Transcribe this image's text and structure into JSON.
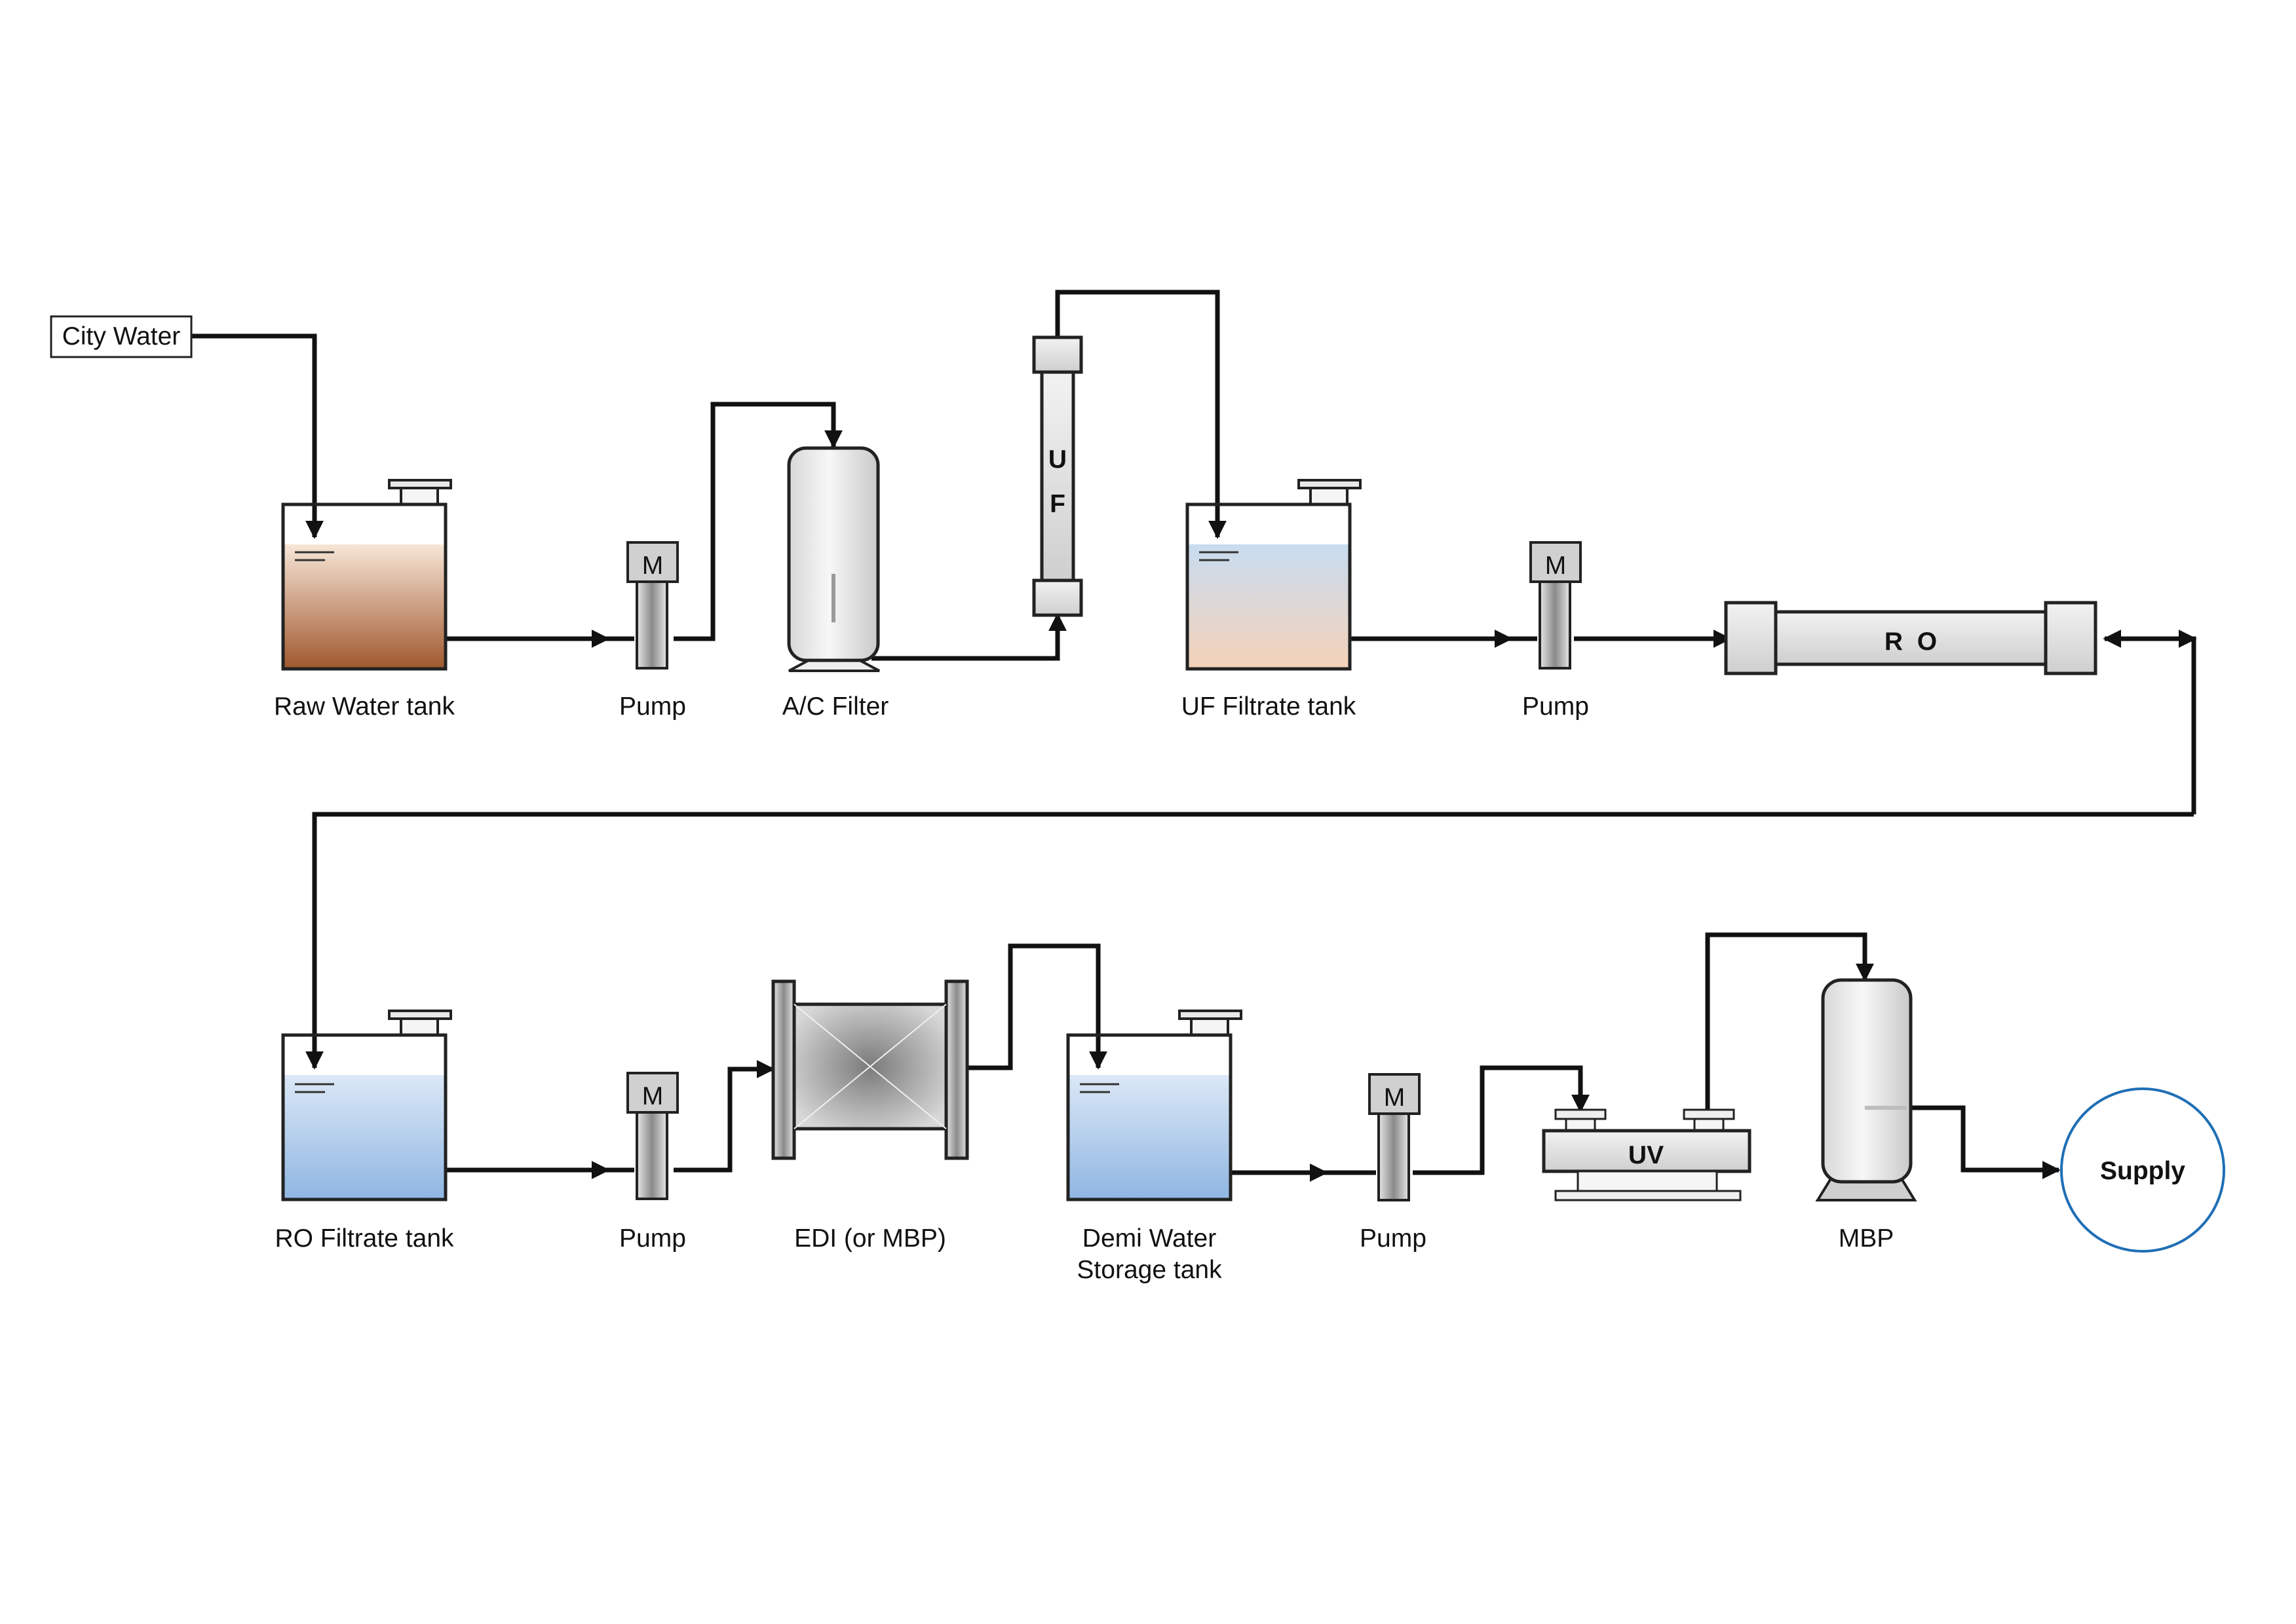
{
  "source": {
    "label": "City Water"
  },
  "equipment": {
    "raw_water_tank": "Raw Water tank",
    "pump_1": "Pump",
    "ac_filter": "A/C Filter",
    "uf_membrane": {
      "letter_1": "U",
      "letter_2": "F"
    },
    "uf_filtrate_tank": "UF Filtrate tank",
    "pump_2": "Pump",
    "ro_membrane": "R  O",
    "ro_filtrate_tank": "RO Filtrate tank",
    "pump_3": "Pump",
    "edi": "EDI (or MBP)",
    "demi_tank": {
      "line_1": "Demi Water",
      "line_2": "Storage tank"
    },
    "pump_4": "Pump",
    "uv": "UV",
    "mbp": "MBP",
    "supply": "Supply"
  },
  "motor_letter": "M",
  "colors": {
    "raw_water_top": "#f7e6d7",
    "raw_water_bottom": "#a0582d",
    "uf_water_top": "#c8dcf0",
    "uf_water_bottom": "#f4d2b8",
    "ro_water_top": "#dbe8f6",
    "ro_water_bottom": "#8fb6e2",
    "supply_circle": "#1f6fb5",
    "pipe": "#111111"
  }
}
